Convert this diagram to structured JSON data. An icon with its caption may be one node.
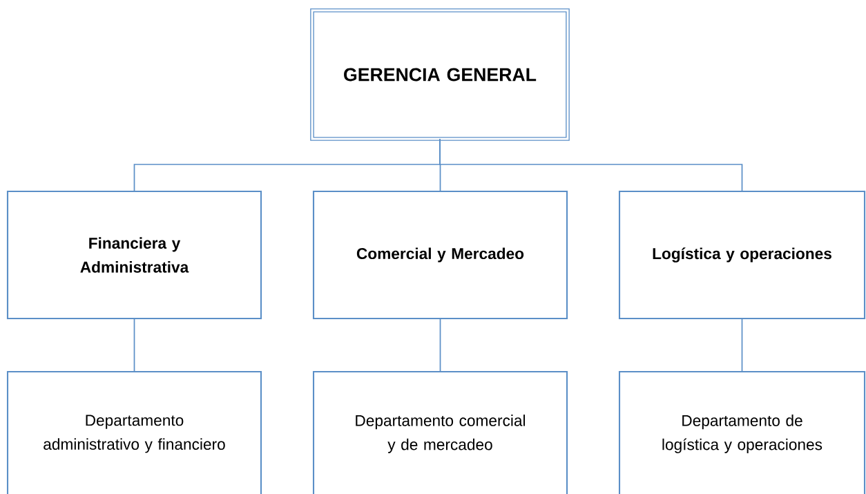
{
  "diagram": {
    "nodes": [
      {
        "text": [
          "GERENCIA GENERAL"
        ]
      },
      {
        "text": [
          "Financiera y Administrativa"
        ]
      },
      {
        "text": [
          "Comercial y Mercadeo"
        ]
      },
      {
        "text": [
          "Logística y operaciones"
        ]
      },
      {
        "text": [
          "Departamento administrativo y financiero"
        ]
      },
      {
        "text": [
          "Departamento comercial y de mercadeo"
        ]
      },
      {
        "text": [
          "Departamento de logística y operaciones"
        ]
      }
    ],
    "edges": [
      {
        "from": 0,
        "to": 1,
        "arrow": "none"
      },
      {
        "from": 0,
        "to": 2,
        "arrow": "none"
      },
      {
        "from": 0,
        "to": 3,
        "arrow": "none"
      },
      {
        "from": 1,
        "to": 4,
        "arrow": "none"
      },
      {
        "from": 2,
        "to": 5,
        "arrow": "none"
      },
      {
        "from": 3,
        "to": 6,
        "arrow": "none"
      }
    ]
  }
}
